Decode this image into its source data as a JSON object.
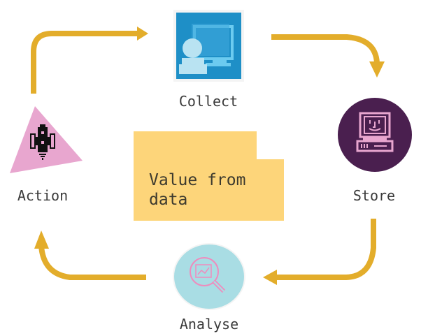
{
  "diagram": {
    "title": "Value from data",
    "stages": [
      {
        "id": "collect",
        "label": "Collect",
        "icon": "monitor-person-icon",
        "color": "#1e8fc7"
      },
      {
        "id": "store",
        "label": "Store",
        "icon": "computer-face-icon",
        "color": "#4a1f4f"
      },
      {
        "id": "analyse",
        "label": "Analyse",
        "icon": "magnifier-chart-icon",
        "color": "#a9dde4"
      },
      {
        "id": "action",
        "label": "Action",
        "icon": "rocket-icon",
        "color": "#e8a6cf"
      }
    ],
    "centre": {
      "line1": "Value from",
      "line2": "data",
      "color": "#fdd57a"
    },
    "arrow_color": "#e3ad2b",
    "flow": [
      "Collect",
      "Store",
      "Analyse",
      "Action"
    ]
  }
}
